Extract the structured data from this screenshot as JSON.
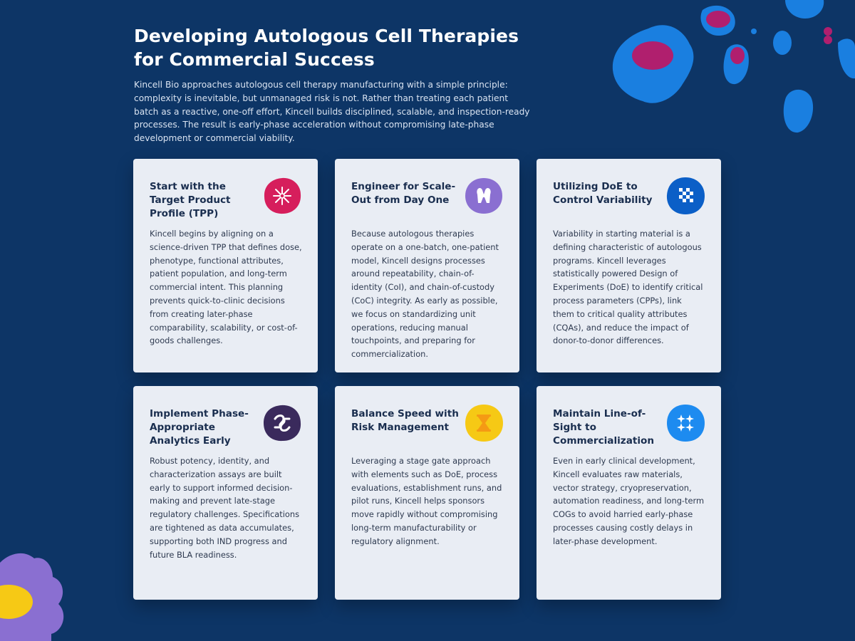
{
  "page": {
    "title": "Developing Autologous Cell Therapies for Commercial Success",
    "intro": "Kincell Bio approaches autologous cell therapy manufacturing with a simple principle: complexity is inevitable, but unmanaged risk is not. Rather than treating each patient batch as a reactive, one-off effort, Kincell builds disciplined, scalable, and inspection-ready processes. The result is early-phase acceleration without compromising late-phase development or commercial viability."
  },
  "colors": {
    "background": "#0d3566",
    "card": "#e9edf4",
    "accent_pink": "#d61e5c",
    "accent_purple": "#8a6fd1",
    "accent_blue": "#0b5fc7",
    "accent_dark": "#3a2a5c",
    "accent_yellow": "#f6c915",
    "accent_sky": "#1d8bf0"
  },
  "cards": [
    {
      "title": "Start with the Target Product Profile (TPP)",
      "icon": "starburst-icon",
      "body": "Kincell begins by aligning on a science-driven TPP that defines dose, phenotype, functional attributes, patient population, and long-term commercial intent. This planning prevents quick-to-clinic decisions from creating later-phase comparability, scalability, or cost-of-goods challenges."
    },
    {
      "title": "Engineer for Scale-Out from Day One",
      "icon": "link-shape-icon",
      "body": "Because autologous therapies operate on a one-batch, one-patient model, Kincell designs processes around repeatability, chain-of-identity (CoI), and chain-of-custody (CoC) integrity. As early as possible, we focus on standardizing unit operations, reducing manual touchpoints, and preparing for commercialization."
    },
    {
      "title": "Utilizing DoE to Control Variability",
      "icon": "checker-grid-icon",
      "body": "Variability in starting material is a defining characteristic of autologous programs. Kincell leverages statistically powered Design of Experiments (DoE) to identify critical process parameters (CPPs), link them to critical quality attributes (CQAs), and reduce the impact of donor-to-donor differences."
    },
    {
      "title": "Implement Phase-Appropriate Analytics Early",
      "icon": "interlock-icon",
      "body": "Robust potency, identity, and characterization assays are built early to support informed decision-making and prevent late-stage regulatory challenges. Specifications are tightened as data accumulates, supporting both IND progress and future BLA readiness."
    },
    {
      "title": "Balance Speed with Risk Management",
      "icon": "hourglass-icon",
      "body": "Leveraging a stage gate approach with elements such as DoE, process evaluations, establishment runs, and pilot runs, Kincell helps sponsors move rapidly without compromising long-term manufacturability or regulatory alignment."
    },
    {
      "title": "Maintain Line-of-Sight to Commercialization",
      "icon": "sparkle-grid-icon",
      "body": "Even in early clinical development, Kincell evaluates raw materials, vector strategy, cryopreservation, automation readiness, and long-term COGs to avoid harried early-phase processes causing costly delays in later-phase development."
    }
  ]
}
